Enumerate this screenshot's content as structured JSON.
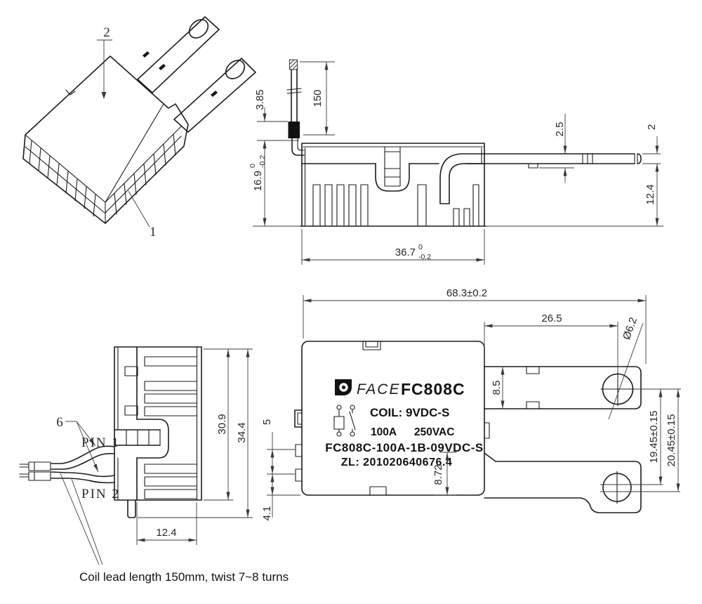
{
  "drawing": {
    "colors": {
      "line": "#1b1b1b",
      "dim": "#3a3a3a",
      "fill_black": "#121212"
    },
    "isometric_view": {
      "callout_cover": "2",
      "callout_base": "1"
    },
    "side_view": {
      "dim_band_height": "3.85",
      "dim_lead_length": "150",
      "dim_body_height": {
        "value": "16.9",
        "tol_upper": "0",
        "tol_lower": "-0.2"
      },
      "dim_body_width": {
        "value": "36.7",
        "tol_upper": "0",
        "tol_lower": "-0.2"
      },
      "dim_blade_step": "2.5",
      "dim_blade_thickness": "2",
      "dim_blade_height": "12.4"
    },
    "front_view": {
      "callout_leads": "6",
      "pin1_label": "PIN 1",
      "pin2_label": "PIN 2",
      "dim_inner_height": "30.9",
      "dim_total_height": "34.4",
      "dim_width": "12.4",
      "note": "Coil lead length 150mm, twist 7~8 turns"
    },
    "top_view": {
      "logo_icon": "face-logo",
      "brand": "FACE",
      "model": "FC808C",
      "coil_label": "COIL:",
      "coil_value": "9VDC-S",
      "current_rating": "100A",
      "voltage_rating": "250VAC",
      "part_number": "FC808C-100A-1B-09VDC-S",
      "serial": "ZL: 201020640676.4",
      "dim_total_length": "68.3±0.2",
      "dim_blade_length": "26.5",
      "dim_hole_diameter": "Ø6.2",
      "dim_blade_width": "8.5",
      "dim_hole_spacing_1": "19.45±0.15",
      "dim_hole_spacing_2": "20.45±0.15",
      "dim_bottom_blade_offset": "8.72",
      "dim_tab_spacing": "5",
      "dim_tab_offset": "4.1"
    }
  }
}
